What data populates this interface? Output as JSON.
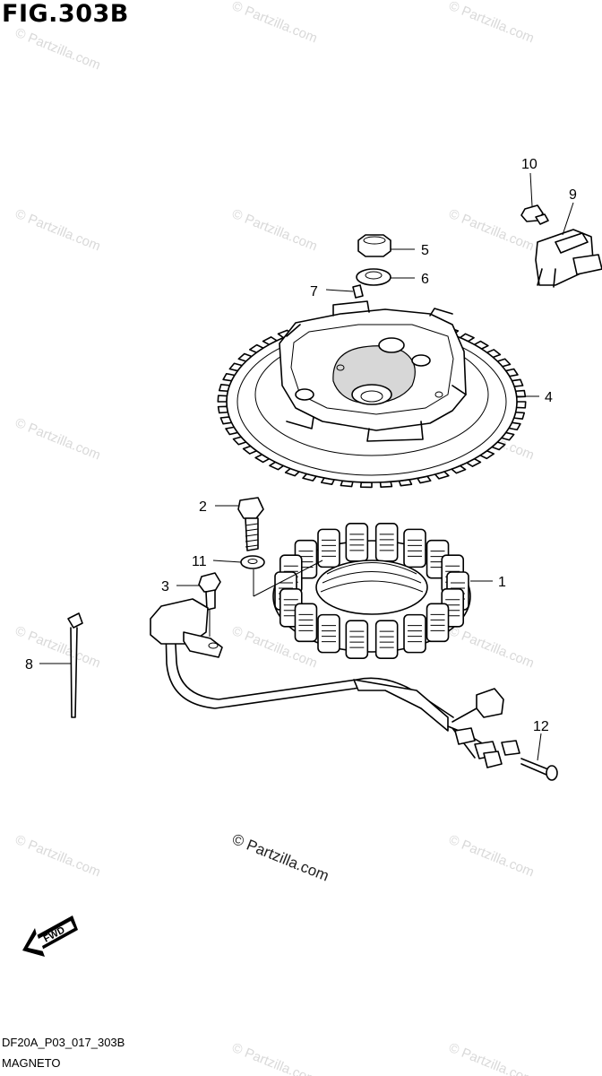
{
  "figure": {
    "title": "FIG.303B",
    "code": "DF20A_P03_017_303B",
    "name": "MAGNETO"
  },
  "watermark": {
    "small_text": "© Partzilla.com",
    "main_text": "© Partzilla.com"
  },
  "fwd_label": "FWD",
  "callouts": [
    {
      "number": "1",
      "part": "stator"
    },
    {
      "number": "2",
      "part": "bolt"
    },
    {
      "number": "3",
      "part": "bolt"
    },
    {
      "number": "4",
      "part": "flywheel"
    },
    {
      "number": "5",
      "part": "nut"
    },
    {
      "number": "6",
      "part": "washer"
    },
    {
      "number": "7",
      "part": "key"
    },
    {
      "number": "8",
      "part": "cable tie"
    },
    {
      "number": "9",
      "part": "sensor"
    },
    {
      "number": "10",
      "part": "bolt"
    },
    {
      "number": "11",
      "part": "washer"
    },
    {
      "number": "12",
      "part": "clip"
    }
  ]
}
